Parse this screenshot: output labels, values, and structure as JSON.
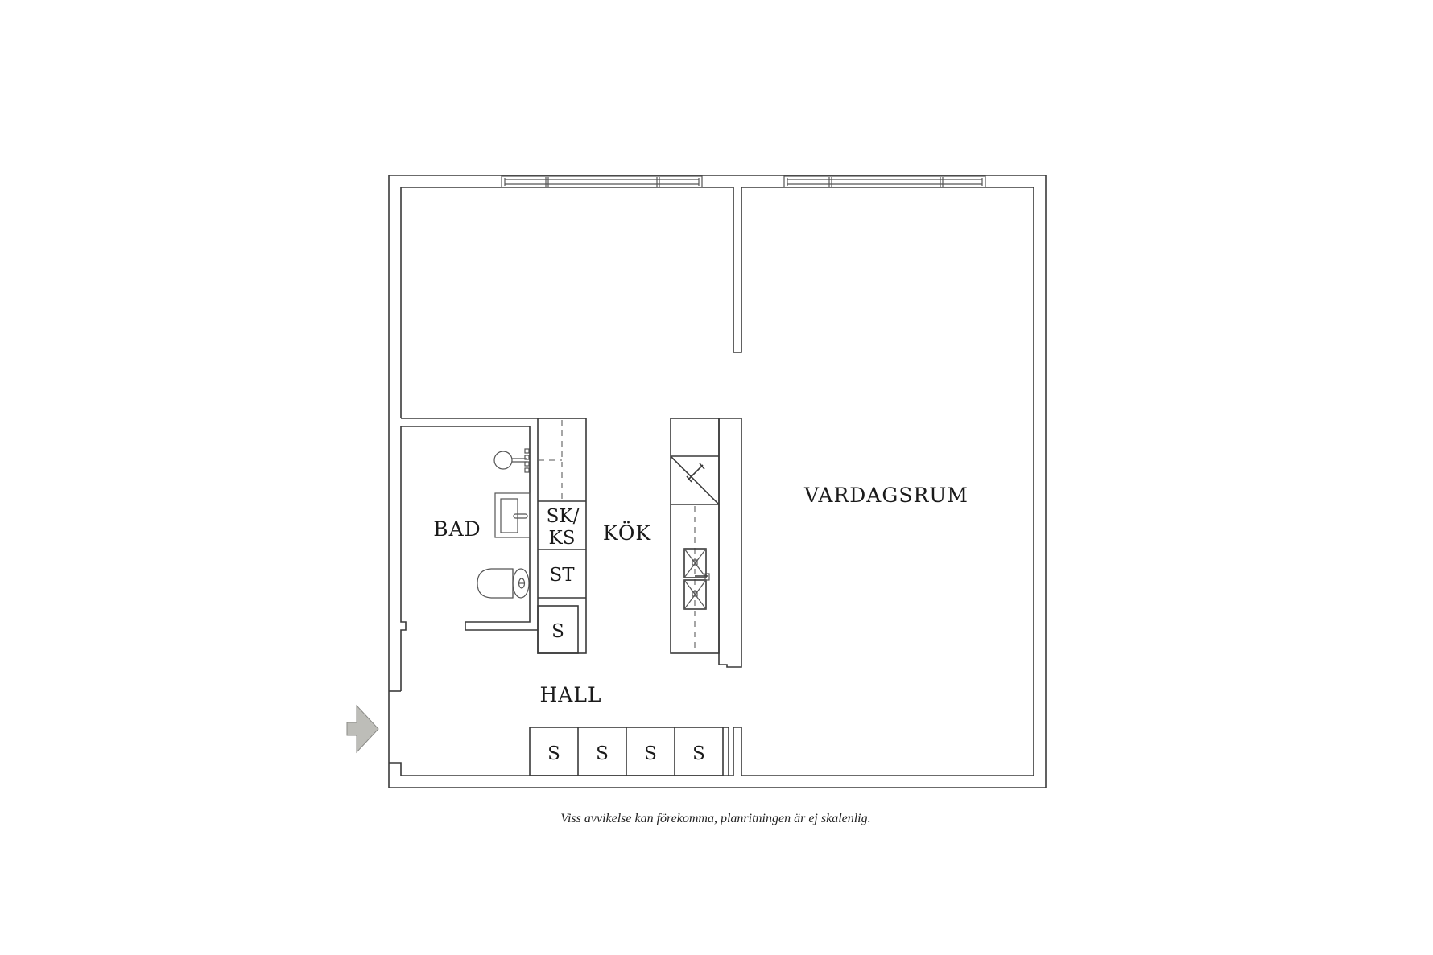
{
  "rooms": {
    "vardagsrum": "VARDAGSRUM",
    "bad": "BAD",
    "kok": "KÖK",
    "hall": "HALL"
  },
  "fixtures": {
    "sk_ks_line1": "SK/",
    "sk_ks_line2": "KS",
    "st": "ST",
    "s_cabinet": "S",
    "wardrobes": [
      "S",
      "S",
      "S",
      "S"
    ]
  },
  "caption": "Viss avvikelse kan förekomma, planritningen är ej skalenlig.",
  "icons": {
    "entrance": "entrance-arrow-icon"
  },
  "colors": {
    "wall": "#3a3a3a",
    "arrow_fill": "#bdbdb8",
    "background": "#ffffff"
  }
}
